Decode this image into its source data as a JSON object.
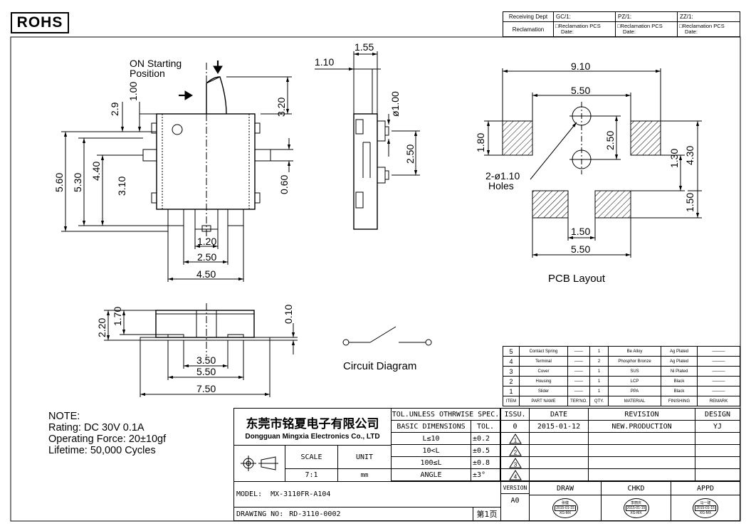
{
  "rohs": "ROHS",
  "receiving": {
    "dept_label": "Receiving Dept",
    "gc": "GC/1:",
    "pz": "PZ/1:",
    "zz": "ZZ/1:",
    "reclamation_label": "Reclamation",
    "reclamation_pcs": "□Reclamation  PCS",
    "date_label": "Date:"
  },
  "drawing_labels": {
    "on_starting": "ON Starting",
    "position": "Position",
    "holes_1": "2-ø1.10",
    "holes_2": "Holes",
    "pcb_layout": "PCB Layout",
    "circuit_diagram": "Circuit Diagram"
  },
  "dims": {
    "d155": "1.55",
    "d110": "1.10",
    "d100": "1.00",
    "d29": "2.9",
    "d320": "3.20",
    "dphi100": "ø1.00",
    "d250_side": "2.50",
    "d060": "0.60",
    "d560": "5.60",
    "d530": "5.30",
    "d440": "4.40",
    "d310": "3.10",
    "d120": "1.20",
    "d250": "2.50",
    "d450": "4.50",
    "d910": "9.10",
    "d550_top": "5.50",
    "d180": "1.80",
    "d250_pcb": "2.50",
    "d130": "1.30",
    "d430": "4.30",
    "d150_v": "1.50",
    "d150_h": "1.50",
    "d550_bot": "5.50",
    "d220": "2.20",
    "d170": "1.70",
    "d010": "0.10",
    "d350": "3.50",
    "d550_b": "5.50",
    "d750": "7.50"
  },
  "notes": [
    "NOTE:",
    "Rating: DC 30V 0.1A",
    "Operating Force: 20±10gf",
    "Lifetime:  50,000  Cycles"
  ],
  "bom": {
    "rows": [
      {
        "item": "5",
        "name": "Contact Spring",
        "ter": "——",
        "qty": "1",
        "material": "Be Alloy",
        "finish": "Ag Plated",
        "remark": "———"
      },
      {
        "item": "4",
        "name": "Terminal",
        "ter": "——",
        "qty": "2",
        "material": "Phosphor Bronze",
        "finish": "Ag Plated",
        "remark": "———"
      },
      {
        "item": "3",
        "name": "Cover",
        "ter": "——",
        "qty": "1",
        "material": "SUS",
        "finish": "Ni Plated",
        "remark": "———"
      },
      {
        "item": "2",
        "name": "Housing",
        "ter": "——",
        "qty": "1",
        "material": "LCP",
        "finish": "Black",
        "remark": "———"
      },
      {
        "item": "1",
        "name": "Slider",
        "ter": "——",
        "qty": "1",
        "material": "PPA",
        "finish": "Black",
        "remark": "———"
      }
    ],
    "header": {
      "item": "ITEM",
      "name": "PART NAME",
      "ter": "TER'NO.",
      "qty": "QTY.",
      "material": "MATERIAL",
      "finish": "FINISHING",
      "remark": "REMARK"
    }
  },
  "title_block": {
    "company_cn": "东莞市铭夏电子有限公司",
    "company_en": "Dongguan Mingxia Electronics Co., LTD",
    "scale_label": "SCALE",
    "unit_label": "UNIT",
    "scale_value": "7:1",
    "unit_value": "mm",
    "tol_title": "TOL.UNLESS OTHRWISE SPEC.",
    "basic_dim": "BASIC DIMENSIONS",
    "tol": "TOL.",
    "tol_rows": [
      {
        "dim": "L≤10",
        "tol": "±0.2"
      },
      {
        "dim": "10<L",
        "tol": "±0.5"
      },
      {
        "dim": "100≤L",
        "tol": "±0.8"
      },
      {
        "dim": "ANGLE",
        "tol": "±3°"
      }
    ],
    "issu": "ISSU.",
    "date": "DATE",
    "revision": "REVISION",
    "design": "DESIGN",
    "rev_issue": "0",
    "rev_date": "2015-01-12",
    "rev_text": "NEW.PRODUCTION",
    "rev_designer": "YJ",
    "rev_markers": [
      "1",
      "2",
      "3",
      "4"
    ],
    "version_label": "VERSION",
    "version_value": "A0",
    "draw": "DRAW",
    "chkd": "CHKD",
    "appd": "APPD",
    "stamp_draw": [
      "张健",
      "2015-01-15",
      "XG-MX"
    ],
    "stamp_chkd": [
      "李丽庆",
      "2015-01-15",
      "XG-MX"
    ],
    "stamp_appd": [
      "马一建",
      "2015-01-15",
      "XG-MX"
    ],
    "model_label": "MODEL:",
    "model_value": "MX-3110FR-A104",
    "drawing_no_label": "DRAWING NO:",
    "drawing_no_value": "RD-3110-0002",
    "page": "第1页"
  }
}
